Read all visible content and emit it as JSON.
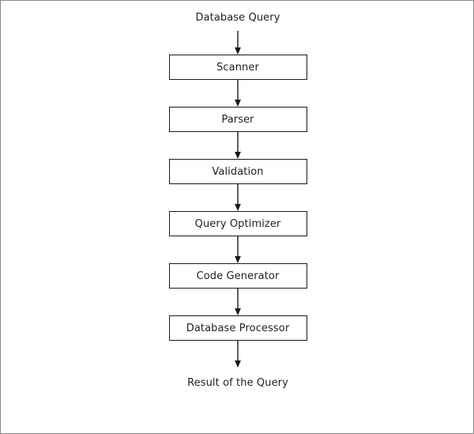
{
  "diagram": {
    "type": "flowchart",
    "orientation": "vertical-top-to-bottom",
    "title_visible": false,
    "input_label": "Database Query",
    "output_label": "Result of the Query",
    "nodes": [
      {
        "id": "scanner",
        "label": "Scanner"
      },
      {
        "id": "parser",
        "label": "Parser"
      },
      {
        "id": "validation",
        "label": "Validation"
      },
      {
        "id": "query-optimizer",
        "label": "Query Optimizer"
      },
      {
        "id": "code-generator",
        "label": "Code Generator"
      },
      {
        "id": "database-processor",
        "label": "Database Processor"
      }
    ],
    "colors": {
      "box_border": "#1a1a1a",
      "box_fill": "#ffffff",
      "text": "#231f20",
      "arrow": "#1a1a1a",
      "frame_border": "#8a8a8a",
      "background": "#ffffff"
    }
  }
}
